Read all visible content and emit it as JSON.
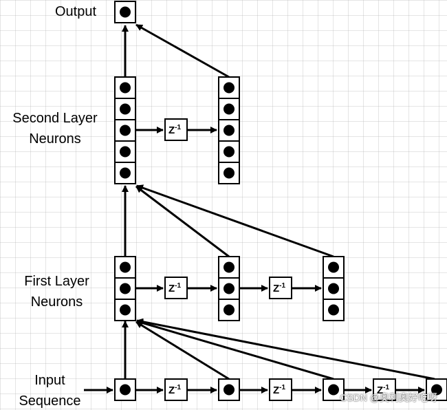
{
  "labels": {
    "output": "Output",
    "second_layer": [
      "Second Layer",
      "Neurons"
    ],
    "first_layer": [
      "First Layer",
      "Neurons"
    ],
    "input": [
      "Input",
      "Sequence"
    ]
  },
  "delay_label": "Z",
  "delay_exponent": "-1",
  "watermark": "CSDN @奥利奥好吃呀",
  "colors": {
    "stroke": "#000000",
    "neuron": "#000000",
    "background": "#ffffff"
  },
  "groups": [
    {
      "name": "output-neuron-group",
      "neurons": 1
    },
    {
      "name": "second-layer-current",
      "neurons": 5
    },
    {
      "name": "second-layer-delayed",
      "neurons": 5
    },
    {
      "name": "first-layer-current",
      "neurons": 3
    },
    {
      "name": "first-layer-delay-1",
      "neurons": 3
    },
    {
      "name": "first-layer-delay-2",
      "neurons": 3
    },
    {
      "name": "input-current",
      "neurons": 1
    },
    {
      "name": "input-delay-1",
      "neurons": 1
    },
    {
      "name": "input-delay-2",
      "neurons": 1
    },
    {
      "name": "input-delay-3",
      "neurons": 1
    }
  ],
  "delays": [
    {
      "name": "second-layer-delay"
    },
    {
      "name": "first-layer-delay-a"
    },
    {
      "name": "first-layer-delay-b"
    },
    {
      "name": "input-delay-a"
    },
    {
      "name": "input-delay-b"
    },
    {
      "name": "input-delay-c"
    }
  ]
}
